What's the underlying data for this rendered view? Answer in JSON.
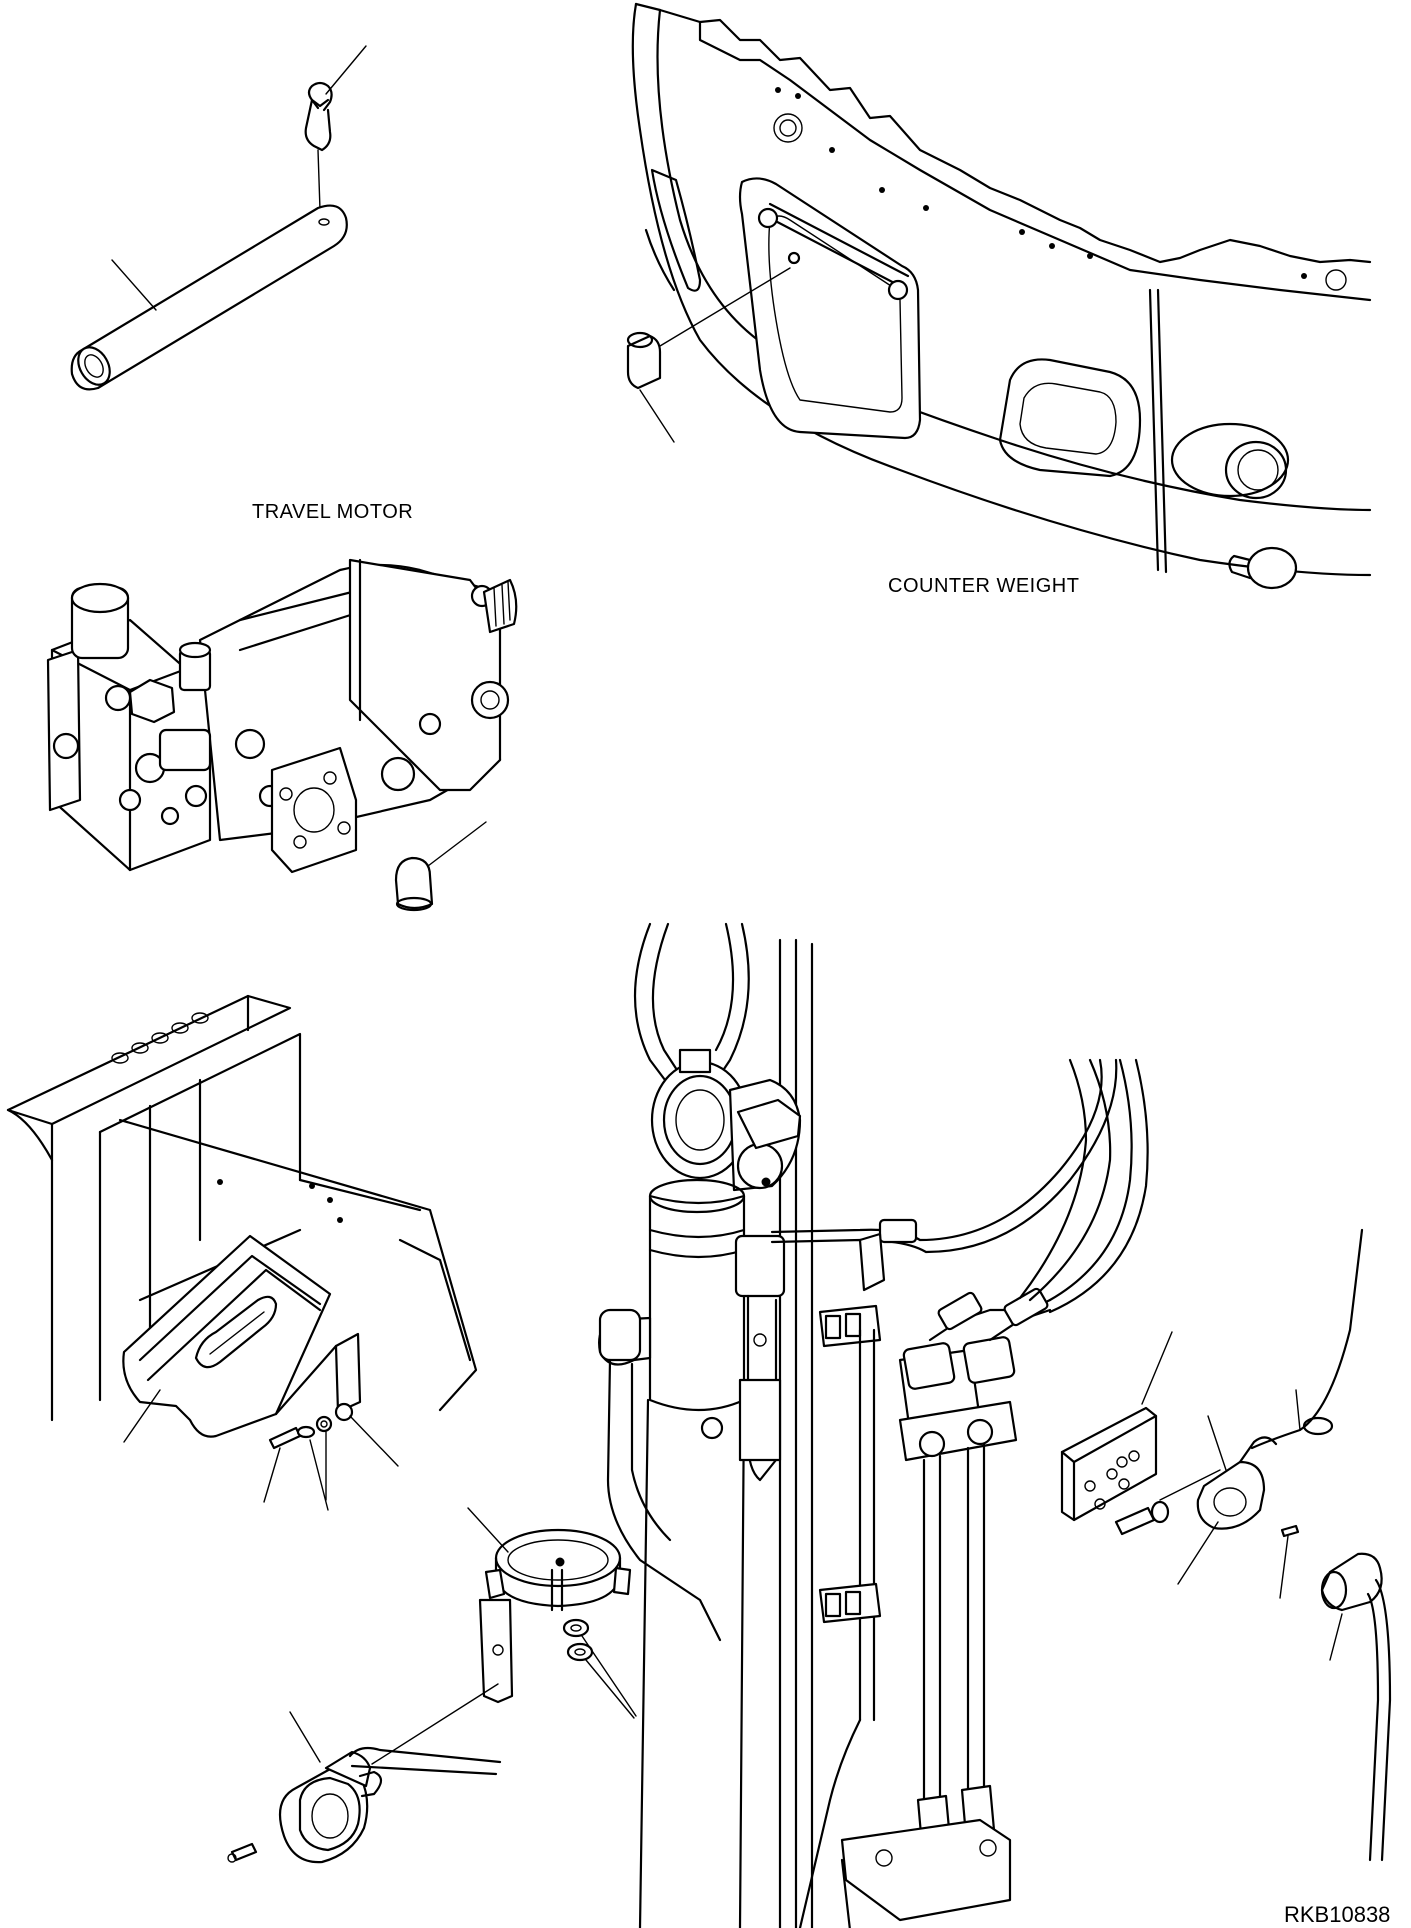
{
  "labels": {
    "travel_motor": "TRAVEL MOTOR",
    "counter_weight": "COUNTER WEIGHT",
    "drawing_code": "RKB10838"
  }
}
